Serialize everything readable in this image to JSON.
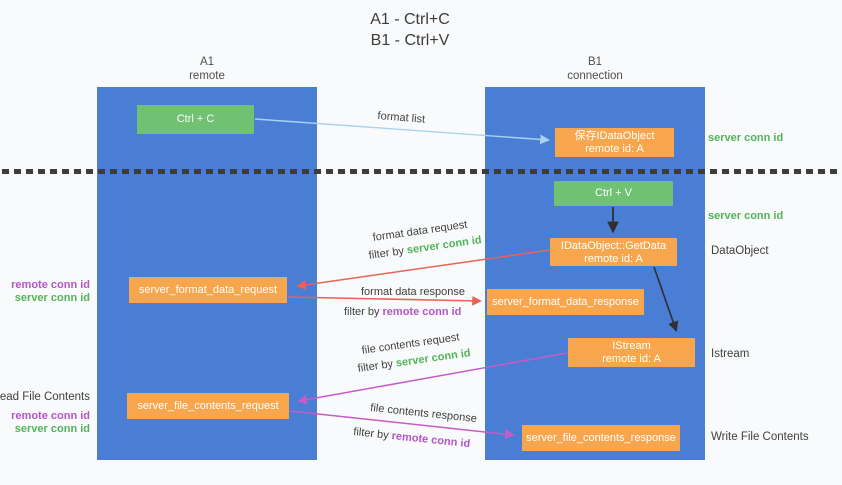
{
  "title": {
    "line1": "A1 - Ctrl+C",
    "line2": "B1 - Ctrl+V"
  },
  "lanes": {
    "left": {
      "title": "A1",
      "subtitle": "remote"
    },
    "right": {
      "title": "B1",
      "subtitle": "connection"
    }
  },
  "nodes": {
    "ctrl_c": {
      "label": "Ctrl + C"
    },
    "ctrl_v": {
      "label": "Ctrl + V"
    },
    "save_dataobject": {
      "line1": "保存IDataObject",
      "line2": "remote id: A"
    },
    "getdata": {
      "line1": "IDataObject::GetData",
      "line2": "remote id: A"
    },
    "istream": {
      "line1": "IStream",
      "line2": "remote id: A"
    },
    "format_request": {
      "label": "server_format_data_request"
    },
    "format_response": {
      "label": "server_format_data_response"
    },
    "file_request": {
      "label": "server_file_contents_request"
    },
    "file_response": {
      "label": "server_file_contents_response"
    }
  },
  "arrows": {
    "format_list": {
      "label": "format list"
    },
    "format_data_request": {
      "label": "format data request",
      "filter_prefix": "filter by",
      "filter_key": "server conn id"
    },
    "format_data_response": {
      "label": "format data response",
      "filter_prefix": "filter by",
      "filter_key": "remote conn id"
    },
    "file_contents_request": {
      "label": "file contents request",
      "filter_prefix": "filter by",
      "filter_key": "server conn id"
    },
    "file_contents_response": {
      "label": "file contents response",
      "filter_prefix": "filter by",
      "filter_key": "remote conn id"
    }
  },
  "side_labels": {
    "right_server_conn_id_top": "server conn id",
    "right_server_conn_id_mid": "server conn id",
    "right_dataobject": "DataObject",
    "right_istream": "Istream",
    "right_write_file_contents": "Write File Contents",
    "left_remote_conn_id_top": "remote conn id",
    "left_server_conn_id_top": "server conn id",
    "left_read_file_contents": "Read File Contents",
    "left_remote_conn_id_bottom": "remote conn id",
    "left_server_conn_id_bottom": "server conn id"
  },
  "colors": {
    "lane_blue": "#4a7ed4",
    "box_orange": "#f8a64d",
    "box_green": "#71c172",
    "green_text": "#52b35a",
    "purple_text": "#b455c8",
    "dark_text": "#3f3f3f",
    "arrow_red": "#e8625a",
    "arrow_magenta": "#c55cc5",
    "arrow_light_blue": "#a8d2ef",
    "arrow_black": "#2f2f2f",
    "divider_dash": "#3d3d3d"
  }
}
